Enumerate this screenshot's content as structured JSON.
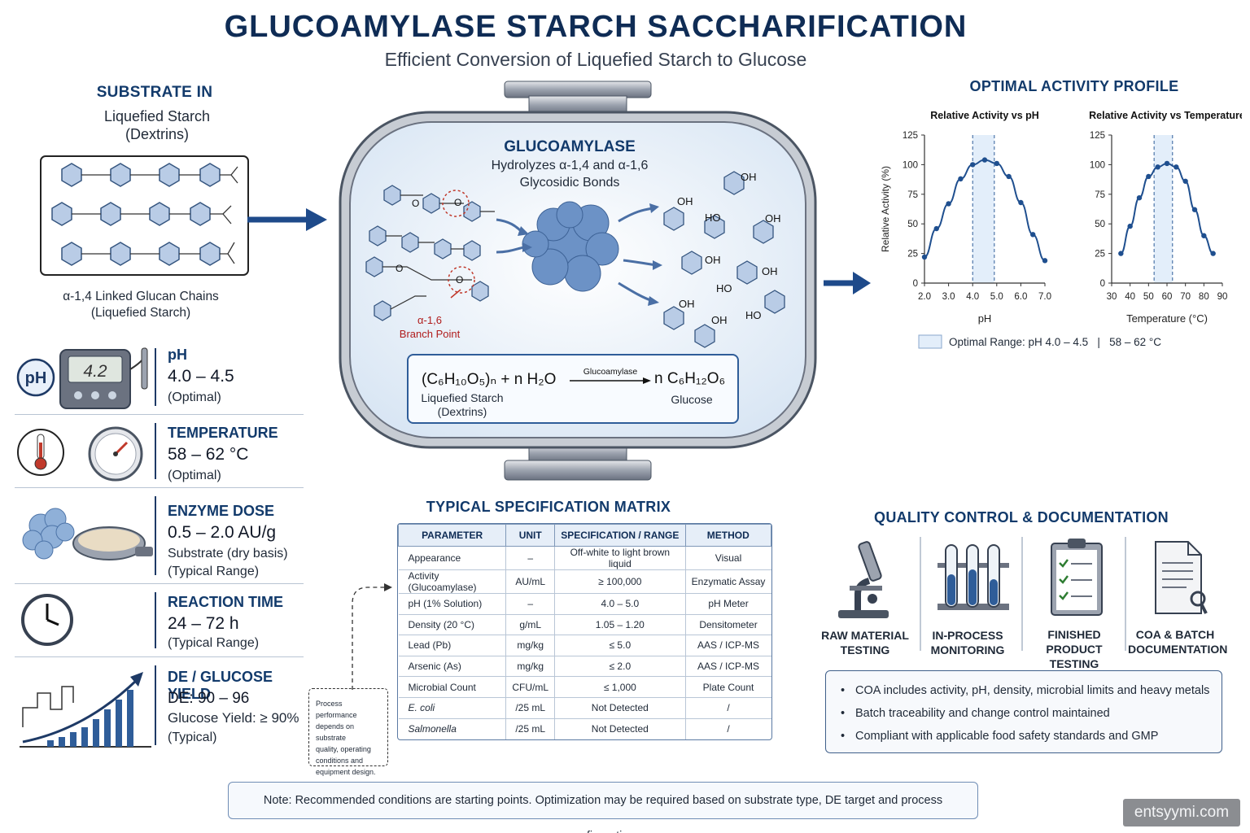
{
  "header": {
    "title": "GLUCOAMYLASE STARCH SACCHARIFICATION",
    "subtitle": "Efficient Conversion of Liquefied Starch to Glucose"
  },
  "substrate": {
    "heading": "SUBSTRATE IN",
    "line1": "Liquefied Starch",
    "line2": "(Dextrins)",
    "caption1": "α-1,4 Linked Glucan Chains",
    "caption2": "(Liquefied Starch)"
  },
  "conditions": [
    {
      "label": "pH",
      "value": "4.0 – 4.5",
      "note1": "(Optimal)",
      "note2": "",
      "badge": "pH",
      "meter": "4.2"
    },
    {
      "label": "TEMPERATURE",
      "value": "58 – 62 °C",
      "note1": "(Optimal)",
      "note2": ""
    },
    {
      "label": "ENZYME DOSE",
      "value": "0.5 – 2.0 AU/g",
      "note1": "Substrate (dry basis)",
      "note2": "(Typical Range)"
    },
    {
      "label": "REACTION TIME",
      "value": "24 – 72 h",
      "note1": "(Typical Range)",
      "note2": ""
    },
    {
      "label": "DE / GLUCOSE YIELD",
      "value": "DE: 90 – 96",
      "note1": "Glucose Yield: ≥ 90%",
      "note2": "(Typical)"
    }
  ],
  "reactor": {
    "enzyme": "GLUCOAMYLASE",
    "desc1": "Hydrolyzes α-1,4 and α-1,6",
    "desc2": "Glycosidic Bonds",
    "branch1": "α-1,6",
    "branch2": "Branch Point",
    "oh": "OH",
    "ho": "HO",
    "o": "O",
    "eq_left": "(C₆H₁₀O₅)ₙ  + n H₂O",
    "eq_arrow": "Glucoamylase",
    "eq_right": "n C₆H₁₂O₆",
    "eq_left_cap1": "Liquefied Starch",
    "eq_left_cap2": "(Dextrins)",
    "eq_right_cap": "Glucose"
  },
  "activity": {
    "heading": "OPTIMAL ACTIVITY PROFILE",
    "legend": "Optimal Range: pH 4.0 – 4.5   |   58 – 62 °C"
  },
  "chart_data": [
    {
      "type": "line",
      "title": "Relative Activity vs pH",
      "xlabel": "pH",
      "ylabel": "Relative Activity (%)",
      "xlim": [
        2.0,
        7.0
      ],
      "ylim": [
        0,
        125
      ],
      "xticks": [
        "2.0",
        "3.0",
        "4.0",
        "5.0",
        "6.0",
        "7.0"
      ],
      "xtick_values": [
        2.0,
        3.0,
        4.0,
        5.0,
        6.0,
        7.0
      ],
      "yticks": [
        0,
        25,
        50,
        75,
        100,
        125
      ],
      "optimal_band": [
        4.0,
        4.9
      ],
      "x": [
        2.0,
        2.5,
        3.0,
        3.5,
        4.0,
        4.5,
        5.0,
        5.5,
        6.0,
        6.5,
        7.0
      ],
      "y": [
        22,
        46,
        67,
        88,
        100,
        104,
        101,
        90,
        68,
        41,
        19
      ]
    },
    {
      "type": "line",
      "title": "Relative Activity vs Temperature",
      "xlabel": "Temperature (°C)",
      "ylabel": "",
      "xlim": [
        30,
        90
      ],
      "ylim": [
        0,
        125
      ],
      "xticks": [
        "30",
        "40",
        "50",
        "60",
        "70",
        "80",
        "90"
      ],
      "xtick_values": [
        30,
        40,
        50,
        60,
        70,
        80,
        90
      ],
      "yticks": [
        0,
        25,
        50,
        75,
        100,
        125
      ],
      "optimal_band": [
        53,
        63
      ],
      "x": [
        35,
        40,
        45,
        50,
        55,
        60,
        65,
        70,
        75,
        80,
        85
      ],
      "y": [
        25,
        48,
        72,
        90,
        98,
        101,
        98,
        86,
        62,
        40,
        25
      ]
    }
  ],
  "spec": {
    "heading": "TYPICAL SPECIFICATION MATRIX",
    "columns": [
      "PARAMETER",
      "UNIT",
      "SPECIFICATION / RANGE",
      "METHOD"
    ],
    "rows": [
      [
        "Appearance",
        "–",
        "Off-white to light brown liquid",
        "Visual"
      ],
      [
        "Activity (Glucoamylase)",
        "AU/mL",
        "≥ 100,000",
        "Enzymatic Assay"
      ],
      [
        "pH (1% Solution)",
        "–",
        "4.0 – 5.0",
        "pH Meter"
      ],
      [
        "Density (20 °C)",
        "g/mL",
        "1.05 – 1.20",
        "Densitometer"
      ],
      [
        "Lead (Pb)",
        "mg/kg",
        "≤ 5.0",
        "AAS / ICP-MS"
      ],
      [
        "Arsenic (As)",
        "mg/kg",
        "≤ 2.0",
        "AAS / ICP-MS"
      ],
      [
        "Microbial Count",
        "CFU/mL",
        "≤ 1,000",
        "Plate Count"
      ],
      [
        "E. coli",
        "/25 mL",
        "Not Detected",
        "/"
      ],
      [
        "Salmonella",
        "/25 mL",
        "Not Detected",
        "/"
      ]
    ],
    "side_note": [
      "Process performance",
      "depends on substrate",
      "quality, operating",
      "conditions and",
      "equipment design."
    ]
  },
  "qc": {
    "heading": "QUALITY CONTROL & DOCUMENTATION",
    "items": [
      {
        "line1": "RAW MATERIAL",
        "line2": "TESTING",
        "icon": "microscope-icon"
      },
      {
        "line1": "IN-PROCESS",
        "line2": "MONITORING",
        "icon": "test-tubes-icon"
      },
      {
        "line1": "FINISHED PRODUCT",
        "line2": "TESTING",
        "icon": "clipboard-icon"
      },
      {
        "line1": "COA & BATCH",
        "line2": "DOCUMENTATION",
        "icon": "document-icon"
      }
    ],
    "bullets": [
      "COA includes activity, pH, density, microbial limits and heavy metals",
      "Batch traceability and change control maintained",
      "Compliant with applicable food safety standards and GMP"
    ]
  },
  "footer": {
    "note": "Note: Recommended conditions are starting points.  Optimization may be required based on substrate type, DE target and process configuration.",
    "watermark": "entsyymi.com"
  }
}
